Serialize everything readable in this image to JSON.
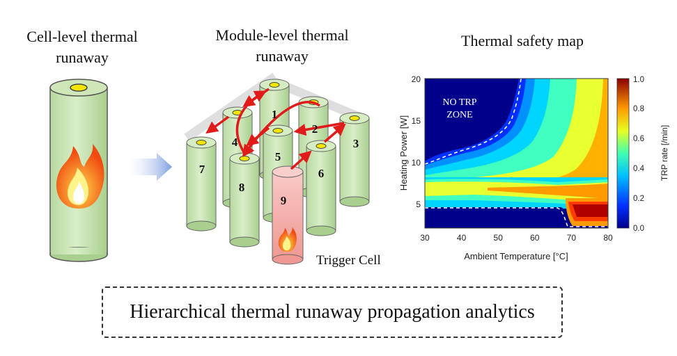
{
  "headings": {
    "cell": "Cell-level thermal runaway",
    "module": "Module-level thermal runaway",
    "map": "Thermal safety map"
  },
  "module": {
    "cell_labels": [
      "1",
      "2",
      "3",
      "4",
      "5",
      "6",
      "7",
      "8",
      "9"
    ],
    "trigger_label": "Trigger Cell"
  },
  "map": {
    "zone_label_line1": "NO TRP",
    "zone_label_line2": "ZONE",
    "xlabel": "Ambient Temperature [°C]",
    "ylabel": "Heating Power [W]",
    "colorbar_label": "TRP rate [/min]",
    "x_ticks": [
      "30",
      "40",
      "50",
      "60",
      "70",
      "80"
    ],
    "y_ticks": [
      "5",
      "10",
      "15",
      "20"
    ],
    "cb_ticks": [
      "0.0",
      "0.2",
      "0.4",
      "0.6",
      "0.8",
      "1.0"
    ]
  },
  "caption": "Hierarchical thermal runaway propagation analytics",
  "colors": {
    "cell_green": "#cfe6b8",
    "trigger_red": "#f4b3b0",
    "arrow_red": "#e11a1a",
    "no_trp_blue": "#00008b"
  }
}
